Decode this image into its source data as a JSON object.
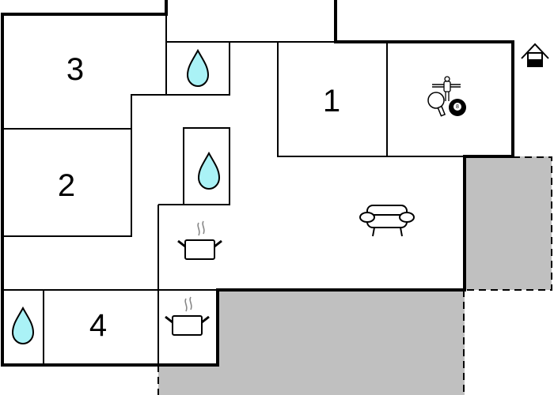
{
  "floor_plan": {
    "title": "",
    "rooms": [
      {
        "id": "room-1",
        "label": "1",
        "type": "bedroom"
      },
      {
        "id": "room-2",
        "label": "2",
        "type": "bedroom"
      },
      {
        "id": "room-3",
        "label": "3",
        "type": "bedroom"
      },
      {
        "id": "room-4",
        "label": "4",
        "type": "bedroom"
      }
    ],
    "icons": [
      {
        "name": "water-drop-icon",
        "meaning": "bathroom",
        "count": 3
      },
      {
        "name": "cooking-pot-icon",
        "meaning": "kitchen",
        "count": 2
      },
      {
        "name": "sofa-icon",
        "meaning": "living room",
        "count": 1
      },
      {
        "name": "game-room-icon",
        "meaning": "activity room (table tennis, foosball, billiards)",
        "count": 1
      },
      {
        "name": "entrance-icon",
        "meaning": "entrance",
        "count": 1
      }
    ],
    "billiard_ball_number": "8",
    "colors": {
      "wall": "#000000",
      "terrace": "#c0c0c0",
      "water_drop": "#aaf2f6",
      "background": "#ffffff"
    }
  }
}
